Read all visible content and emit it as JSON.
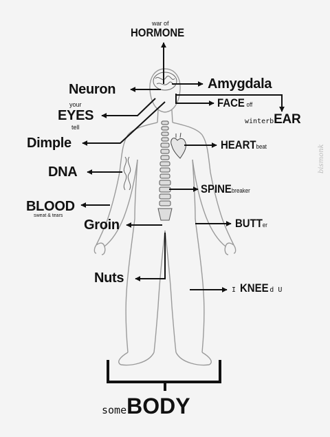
{
  "colors": {
    "ink": "#111111",
    "body_outline": "#9a9a9a",
    "background": "#f4f4f4"
  },
  "labels": {
    "hormone_small": "war of",
    "hormone": "HORMONE",
    "neuron": "Neuron",
    "amygdala": "Amygdala",
    "eyes_top": "your",
    "eyes": "EYES",
    "eyes_bottom": "tell",
    "face": "FACE",
    "face_suffix": "off",
    "ear_prefix": "winterb",
    "ear": "EAR",
    "dimple": "Dimple",
    "heart": "HEART",
    "heart_suffix": "beat",
    "dna": "DNA",
    "spine": "SPINE",
    "spine_suffix": "breaker",
    "blood": "BLOOD",
    "blood_sub": "sweat & tears",
    "groin": "Groin",
    "butt": "BUTT",
    "butt_suffix": "er",
    "nuts": "Nuts",
    "knee_prefix": "I ",
    "knee": "KNEE",
    "knee_suffix": "d U",
    "body_prefix": "some",
    "body": "BODY"
  },
  "watermark": "bismonk"
}
